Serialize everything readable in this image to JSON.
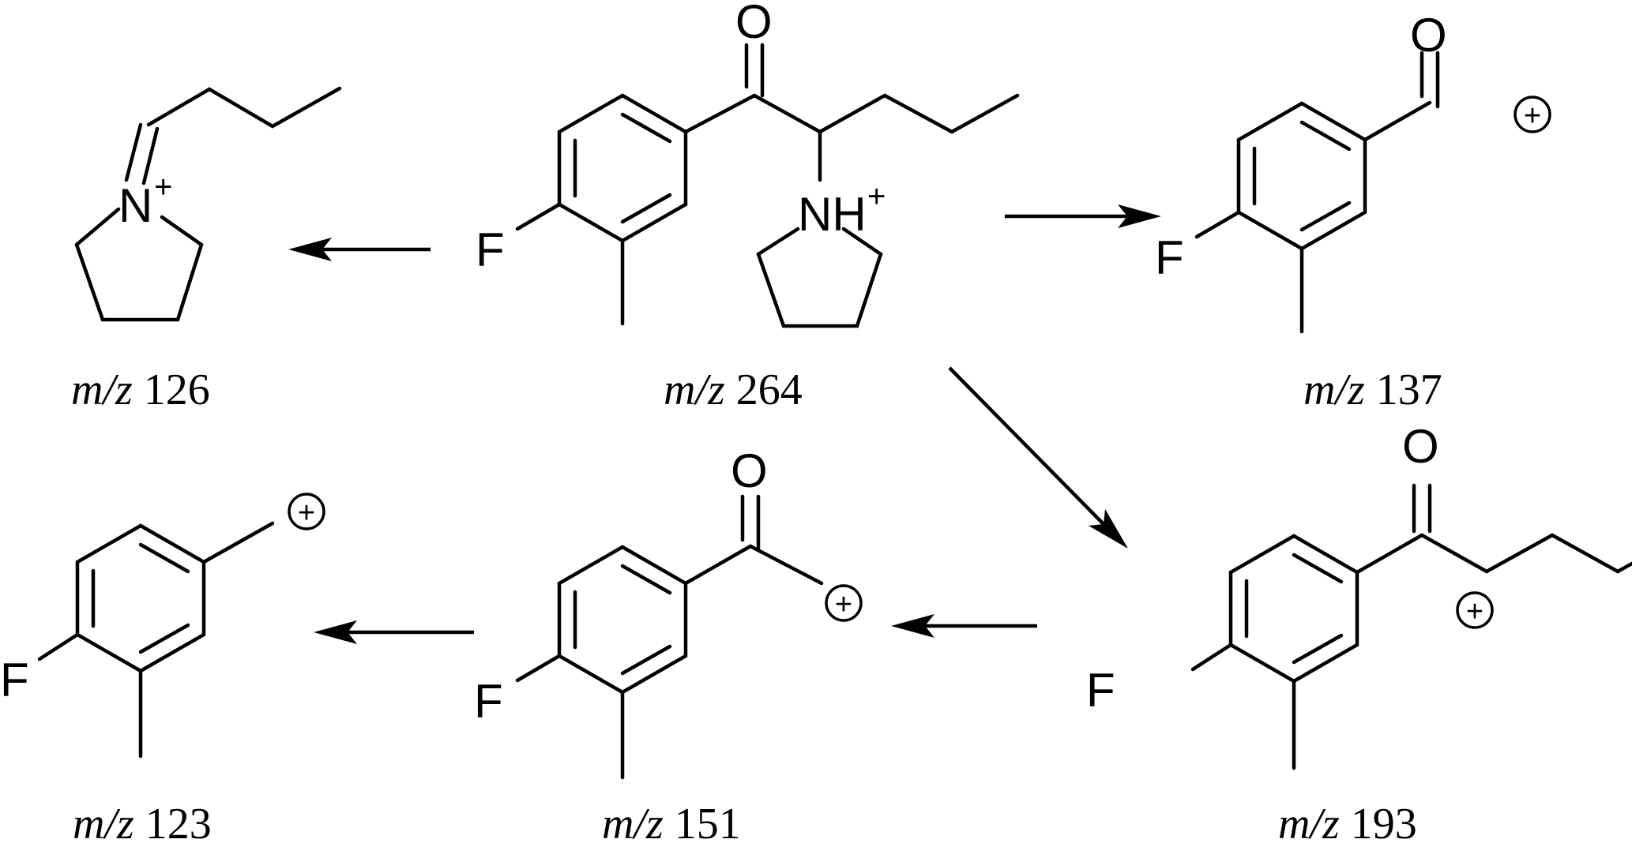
{
  "scheme": {
    "atoms": {
      "O": "O",
      "F": "F",
      "N": "N",
      "NH": "NH"
    },
    "charge": {
      "plus_sup": "+",
      "plus_circled": "+"
    },
    "fragments": [
      {
        "id": "parent",
        "mz_prefix": "m/z",
        "mz_value": "264"
      },
      {
        "id": "iminium",
        "mz_prefix": "m/z",
        "mz_value": "126"
      },
      {
        "id": "acylium-137",
        "mz_prefix": "m/z",
        "mz_value": "137"
      },
      {
        "id": "acyl-193",
        "mz_prefix": "m/z",
        "mz_value": "193"
      },
      {
        "id": "acylium-151",
        "mz_prefix": "m/z",
        "mz_value": "151"
      },
      {
        "id": "aryl-123",
        "mz_prefix": "m/z",
        "mz_value": "123"
      }
    ]
  }
}
